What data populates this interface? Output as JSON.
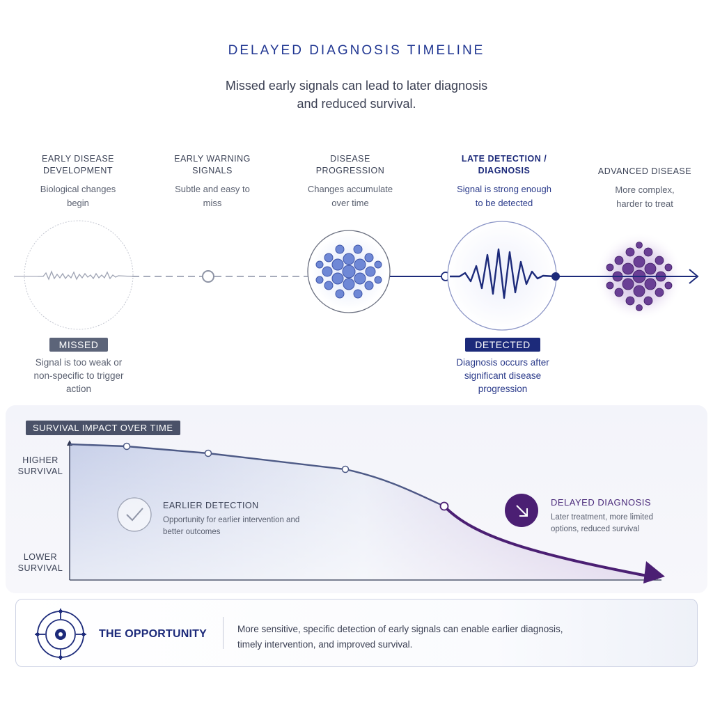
{
  "title": "DELAYED DIAGNOSIS TIMELINE",
  "subtitle": "Missed early signals can lead to later diagnosis and reduced survival.",
  "stages": [
    {
      "heading": "EARLY DISEASE DEVELOPMENT",
      "description": "Biological changes begin"
    },
    {
      "heading": "EARLY WARNING SIGNALS",
      "description": "Subtle and easy to miss"
    },
    {
      "heading": "DISEASE PROGRESSION",
      "description": "Changes accumulate over time"
    },
    {
      "heading": "LATE DETECTION / DIAGNOSIS",
      "description": "Signal is strong enough to be detected"
    },
    {
      "heading": "ADVANCED DISEASE",
      "description": "More complex, harder to treat"
    }
  ],
  "missed": {
    "badge": "MISSED",
    "description": "Signal is too weak or non-specific to trigger action"
  },
  "detected": {
    "badge": "DETECTED",
    "description": "Diagnosis occurs after significant disease progression"
  },
  "survival": {
    "badge": "SURVIVAL IMPACT OVER TIME",
    "y_high": "HIGHER SURVIVAL",
    "y_low": "LOWER SURVIVAL",
    "earlier": {
      "title": "EARLIER DETECTION",
      "description": "Opportunity for earlier intervention and better outcomes"
    },
    "delayed": {
      "title": "DELAYED DIAGNOSIS",
      "description": "Later treatment, more limited options, reduced survival"
    }
  },
  "opportunity": {
    "title": "THE OPPORTUNITY",
    "text": "More sensitive, specific detection of early signals can enable earlier diagnosis, timely intervention, and improved survival."
  },
  "colors": {
    "navy": "#1c2a7a",
    "purple": "#4b1f73",
    "grey": "#5c6479"
  },
  "icons": [
    "checkmark-icon",
    "arrow-down-right-icon",
    "target-icon",
    "signal-wave-icon"
  ]
}
